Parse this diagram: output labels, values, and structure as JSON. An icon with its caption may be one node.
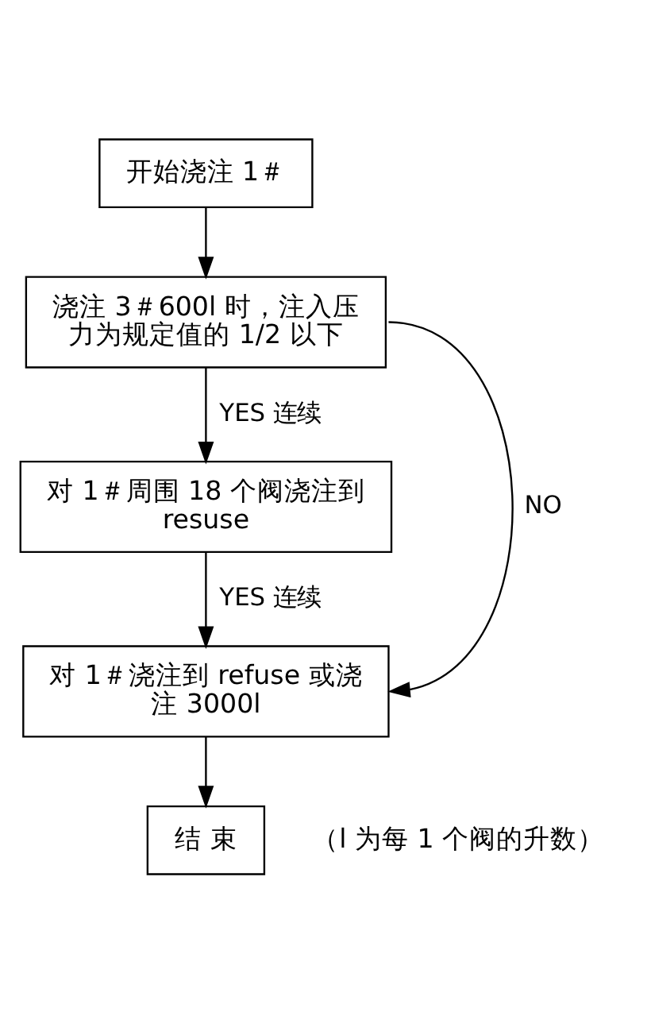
{
  "diagram": {
    "nodes": [
      {
        "text": [
          "开始浇注 1＃"
        ]
      },
      {
        "text": [
          "浇注 3＃600l 时，注入压力为规定值的 1/2 以下"
        ]
      },
      {
        "text": [
          "对 1＃周围 18 个阀浇注到 resuse"
        ]
      },
      {
        "text": [
          "对 1＃浇注到 refuse 或浇注 3000l"
        ]
      },
      {
        "text": [
          "结 束"
        ],
        "beside": [
          "（l 为每 1 个阀的升数）"
        ]
      }
    ],
    "edges": [
      {
        "from": 0,
        "to": 1,
        "arrow": "to"
      },
      {
        "from": 1,
        "to": 2,
        "arrow": "to",
        "label": "YES 连续"
      },
      {
        "from": 2,
        "to": 3,
        "arrow": "to",
        "label": "YES 连续"
      },
      {
        "from": 1,
        "to": 3,
        "arrow": "to",
        "label": "NO"
      },
      {
        "from": 3,
        "to": 4,
        "arrow": "to"
      }
    ]
  }
}
